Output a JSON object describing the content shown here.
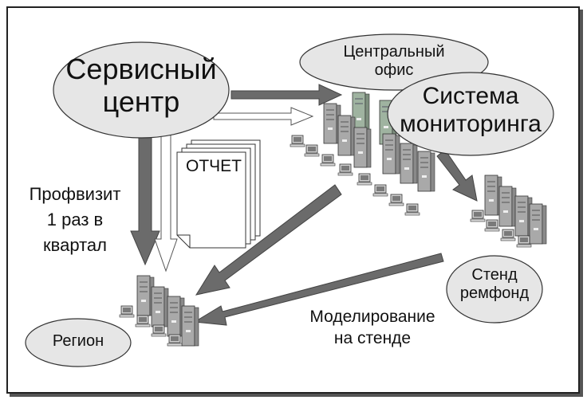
{
  "nodes": {
    "service_center": "Сервисный\nцентр",
    "central_office": "Центральный\nофис",
    "monitoring_system": "Система\nмониторинга",
    "stand_remfond": "Стенд\nремфонд",
    "region": "Регион"
  },
  "report": {
    "label": "ОТЧЕТ"
  },
  "edge_labels": {
    "profvisit": "Профвизит\n1 раз в\nквартал",
    "modeling": "Моделирование\nна стенде"
  },
  "colors": {
    "ellipse_fill": "#e6e6e6",
    "dark_arrow": "#6b6b6b",
    "light_arrow": "#ffffff",
    "server": "#a9a9a9",
    "server_green": "#9fb3a0"
  }
}
